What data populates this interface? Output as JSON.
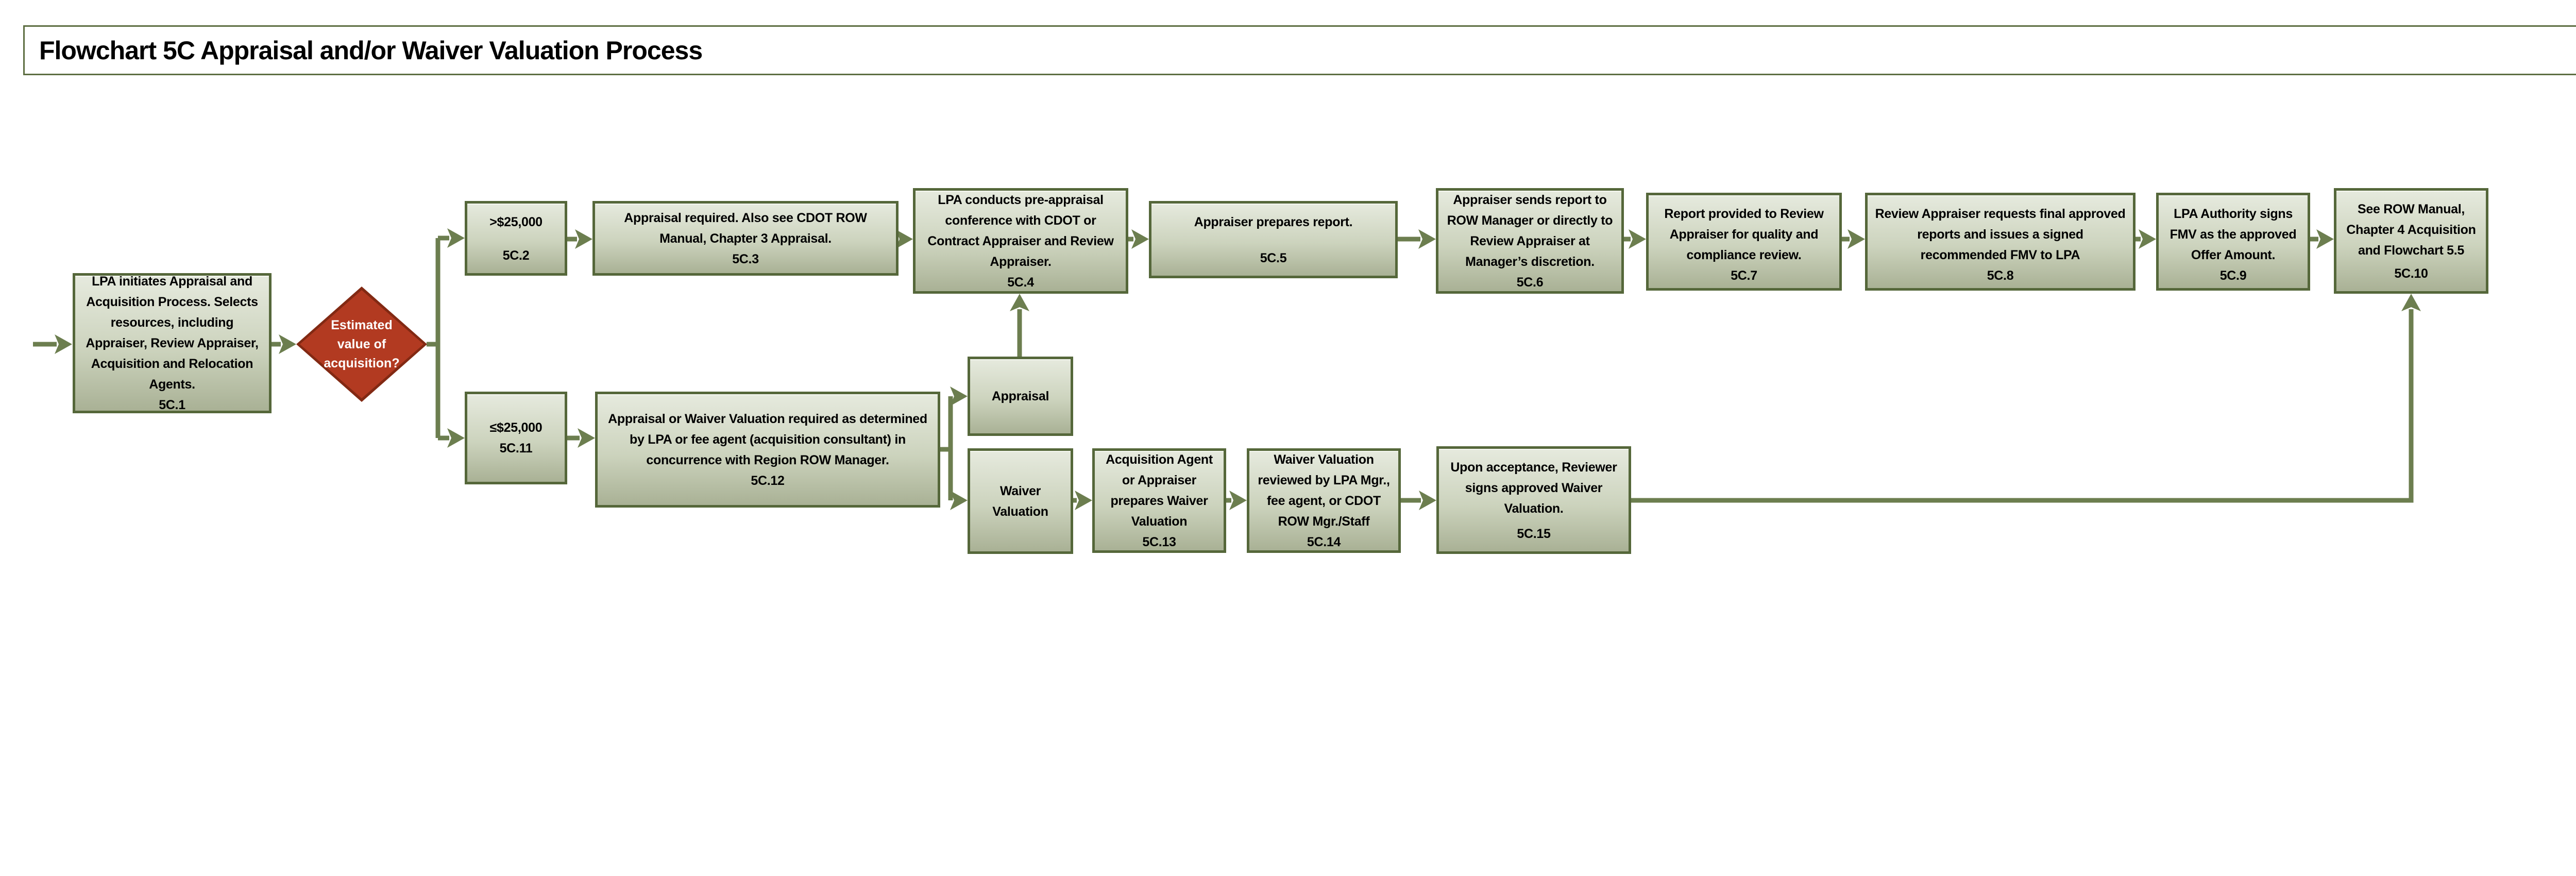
{
  "title": "Flowchart 5C Appraisal and/or Waiver Valuation Process",
  "colors": {
    "box_fill_top": "#e6eade",
    "box_fill_bottom": "#a9b195",
    "box_border": "#55673a",
    "connector": "#6c7e4f",
    "decision_fill": "#b23a21",
    "decision_border": "#822913",
    "title_border": "#5d6e42",
    "text": "#000000",
    "decision_text": "#ffffff"
  },
  "nodes": {
    "c1": {
      "text": "LPA initiates Appraisal and Acquisition Process. Selects resources, including Appraiser, Review Appraiser, Acquisition and Relocation Agents.",
      "code": "5C.1"
    },
    "decision": {
      "text": "Estimated value of acquisition?"
    },
    "c2": {
      "text": ">$25,000",
      "code": "5C.2"
    },
    "c3": {
      "text": "Appraisal required.  Also see CDOT ROW Manual, Chapter 3 Appraisal.",
      "code": "5C.3"
    },
    "c4": {
      "text": "LPA conducts pre-appraisal conference with CDOT or Contract Appraiser and Review Appraiser.",
      "code": "5C.4"
    },
    "c5": {
      "text": "Appraiser prepares report.",
      "code": "5C.5"
    },
    "c6": {
      "text": "Appraiser sends report to ROW Manager or directly to Review Appraiser at Manager’s discretion.",
      "code": "5C.6"
    },
    "c7": {
      "text": "Report provided to Review Appraiser for quality and compliance review.",
      "code": "5C.7"
    },
    "c8": {
      "text": "Review Appraiser requests final approved reports and issues a signed recommended FMV to LPA",
      "code": "5C.8"
    },
    "c9": {
      "text": "LPA Authority signs FMV as the approved Offer Amount.",
      "code": "5C.9"
    },
    "c10": {
      "text": "See ROW Manual, Chapter 4 Acquisition and Flowchart 5.5",
      "code": "5C.10"
    },
    "c11": {
      "text": "≤$25,000",
      "code": "5C.11"
    },
    "c12": {
      "text": "Appraisal or Waiver Valuation required as determined by LPA or fee agent (acquisition consultant) in concurrence with Region ROW Manager.",
      "code": "5C.12"
    },
    "appraisal": {
      "text": "Appraisal"
    },
    "waiver": {
      "text": "Waiver Valuation"
    },
    "c13": {
      "text": "Acquisition Agent or Appraiser prepares Waiver Valuation",
      "code": "5C.13"
    },
    "c14": {
      "text": "Waiver Valuation reviewed by LPA Mgr., fee agent, or CDOT ROW Mgr./Staff",
      "code": "5C.14"
    },
    "c15": {
      "text": "Upon acceptance, Reviewer signs approved Waiver Valuation.",
      "code": "5C.15"
    }
  }
}
